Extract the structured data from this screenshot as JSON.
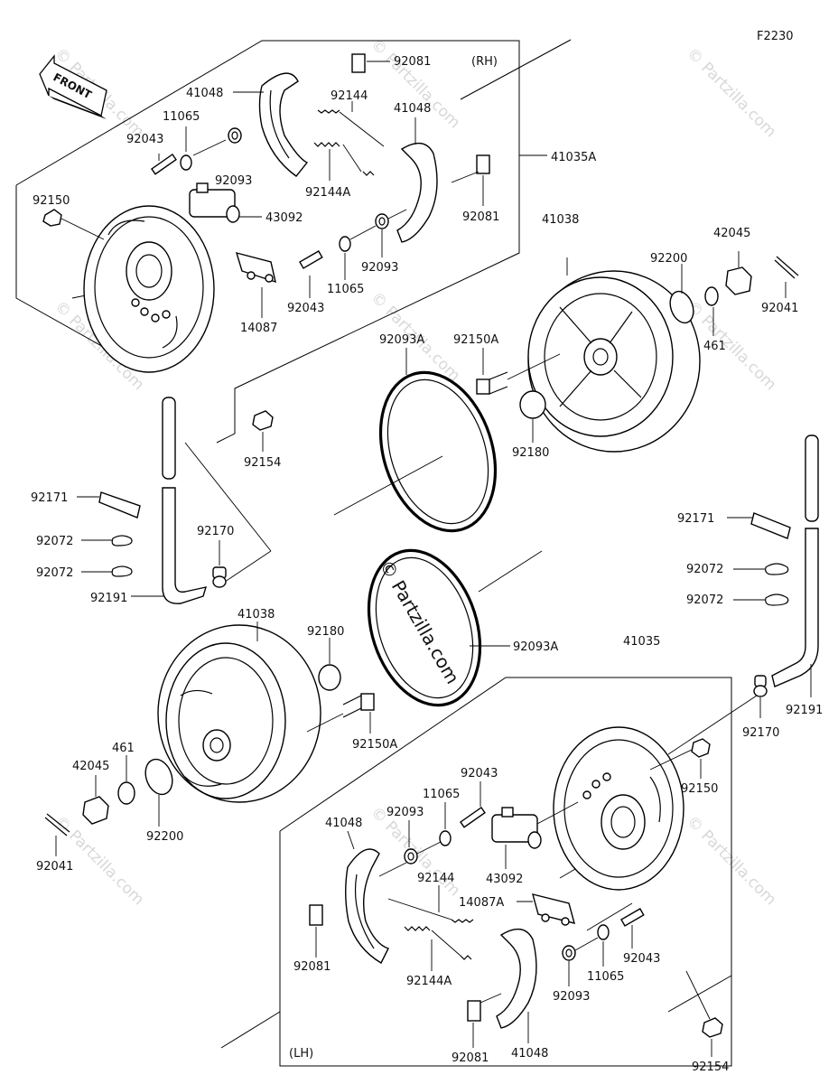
{
  "figure_code": "F2230",
  "front_label": "FRONT",
  "side_labels": {
    "rh": "(RH)",
    "lh": "(LH)"
  },
  "watermark": "© Partzilla.com",
  "watermark_center": "© Partzilla.com",
  "labels": {
    "p92081_a": "92081",
    "p41048_a": "41048",
    "p11065_a": "11065",
    "p92043_a": "92043",
    "p92093_a": "92093",
    "p92144_a": "92144",
    "p41048_b": "41048",
    "p92144A_a": "92144A",
    "p41035A": "41035A",
    "p92081_b": "92081",
    "p92150_a": "92150",
    "p43092_a": "43092",
    "p42045_a": "42045",
    "p41038_a": "41038",
    "p92200_a": "92200",
    "p92041_a": "92041",
    "p461_a": "461",
    "p14087": "14087",
    "p92043_b": "92043",
    "p11065_b": "11065",
    "p92093_b": "92093",
    "p92093A_a": "92093A",
    "p92150A_a": "92150A",
    "p92180_a": "92180",
    "p92154_a": "92154",
    "p92171_a": "92171",
    "p92072_a": "92072",
    "p92072_b": "92072",
    "p92170_a": "92170",
    "p92191_a": "92191",
    "p92171_b": "92171",
    "p92072_c": "92072",
    "p92072_d": "92072",
    "p41038_b": "41038",
    "p92180_b": "92180",
    "p92093A_b": "92093A",
    "p41035": "41035",
    "p92150A_b": "92150A",
    "p461_b": "461",
    "p42045_b": "42045",
    "p92200_b": "92200",
    "p92041_b": "92041",
    "p92191_b": "92191",
    "p92170_b": "92170",
    "p92150_b": "92150",
    "p92043_c": "92043",
    "p11065_c": "11065",
    "p92093_c": "92093",
    "p41048_c": "41048",
    "p43092_b": "43092",
    "p92144_b": "92144",
    "p14087A": "14087A",
    "p92081_c": "92081",
    "p92144A_b": "92144A",
    "p92043_d": "92043",
    "p11065_d": "11065",
    "p92093_d": "92093",
    "p92081_d": "92081",
    "p41048_d": "41048",
    "p92154_b": "92154"
  }
}
